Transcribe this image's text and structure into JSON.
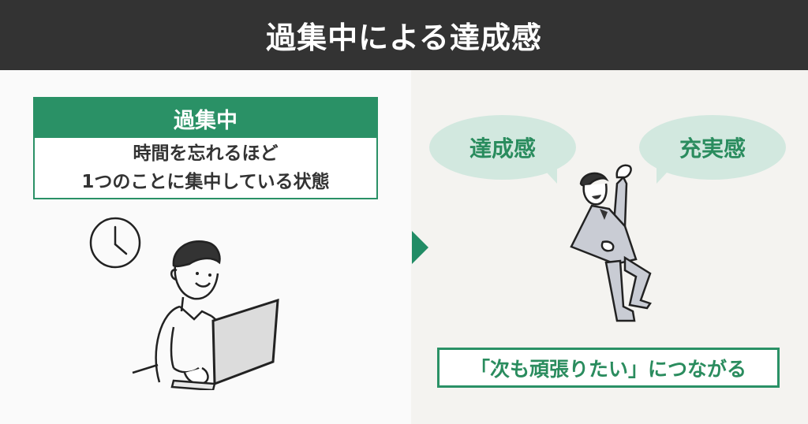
{
  "header": {
    "title": "過集中による達成感"
  },
  "left_panel": {
    "definition_box": {
      "heading": "過集中",
      "lines": [
        "時間を忘れるほど",
        "1つのことに集中している状態"
      ]
    },
    "illustration": {
      "icons": [
        "clock-icon",
        "person-at-laptop-illustration"
      ]
    }
  },
  "arrow": {
    "icon": "triangle-right-icon"
  },
  "right_panel": {
    "bubbles": [
      {
        "label": "達成感"
      },
      {
        "label": "充実感"
      }
    ],
    "illustration": {
      "icons": [
        "jumping-businessman-illustration"
      ]
    },
    "conclusion": "「次も頑張りたい」につながる"
  },
  "colors": {
    "header_bg": "#333333",
    "accent_green": "#2a9166",
    "bubble_bg": "#d2e8df",
    "right_bg": "#f4f3f0",
    "left_bg": "#fafafa"
  }
}
